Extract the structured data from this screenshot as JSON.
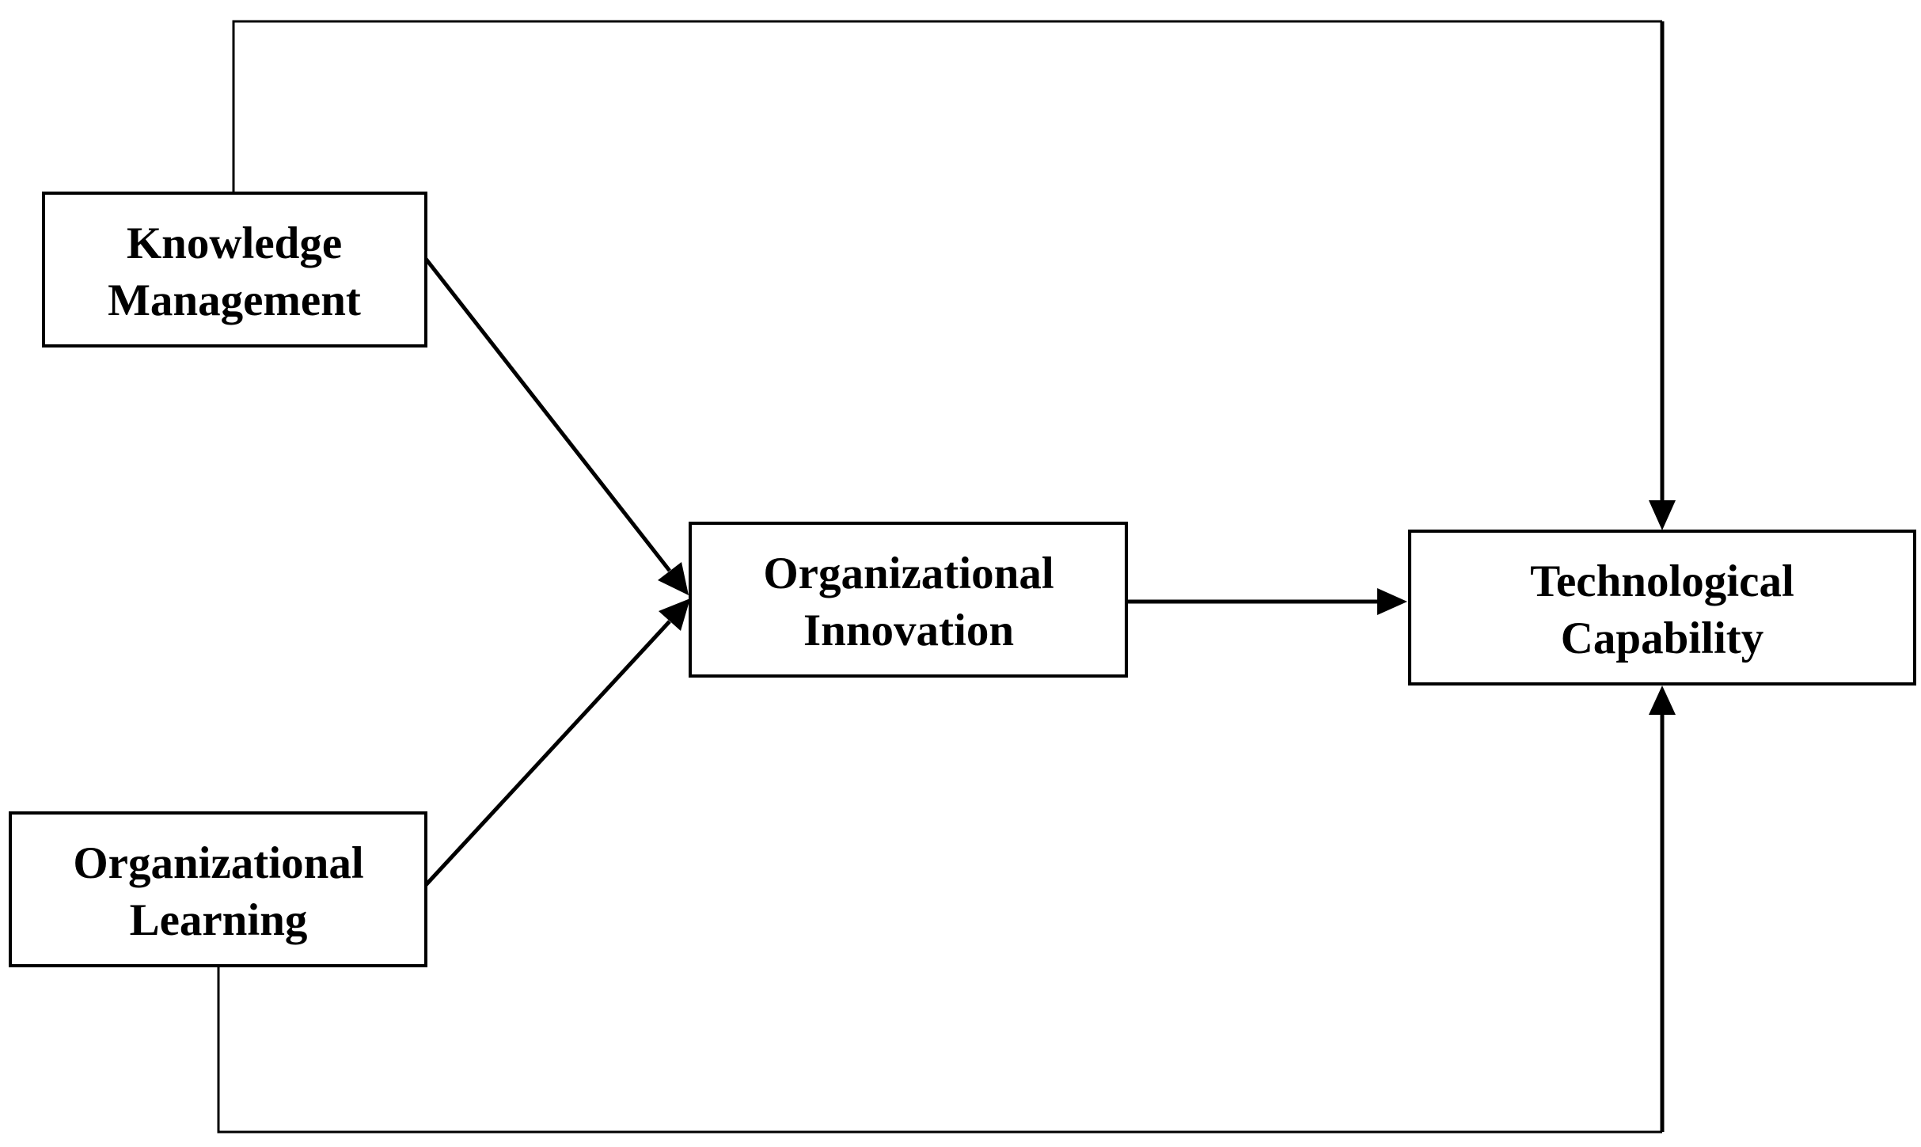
{
  "diagram": {
    "type": "path-model",
    "nodes": {
      "knowledge_management": {
        "line1": "Knowledge",
        "line2": "Management"
      },
      "organizational_learning": {
        "line1": "Organizational",
        "line2": "Learning"
      },
      "organizational_innovation": {
        "line1": "Organizational",
        "line2": "Innovation"
      },
      "technological_capability": {
        "line1": "Technological",
        "line2": "Capability"
      }
    },
    "edges": [
      {
        "from": "Knowledge Management",
        "to": "Organizational Innovation"
      },
      {
        "from": "Organizational Learning",
        "to": "Organizational Innovation"
      },
      {
        "from": "Organizational Innovation",
        "to": "Technological Capability"
      },
      {
        "from": "Knowledge Management",
        "to": "Technological Capability"
      },
      {
        "from": "Organizational Learning",
        "to": "Technological Capability"
      }
    ]
  }
}
